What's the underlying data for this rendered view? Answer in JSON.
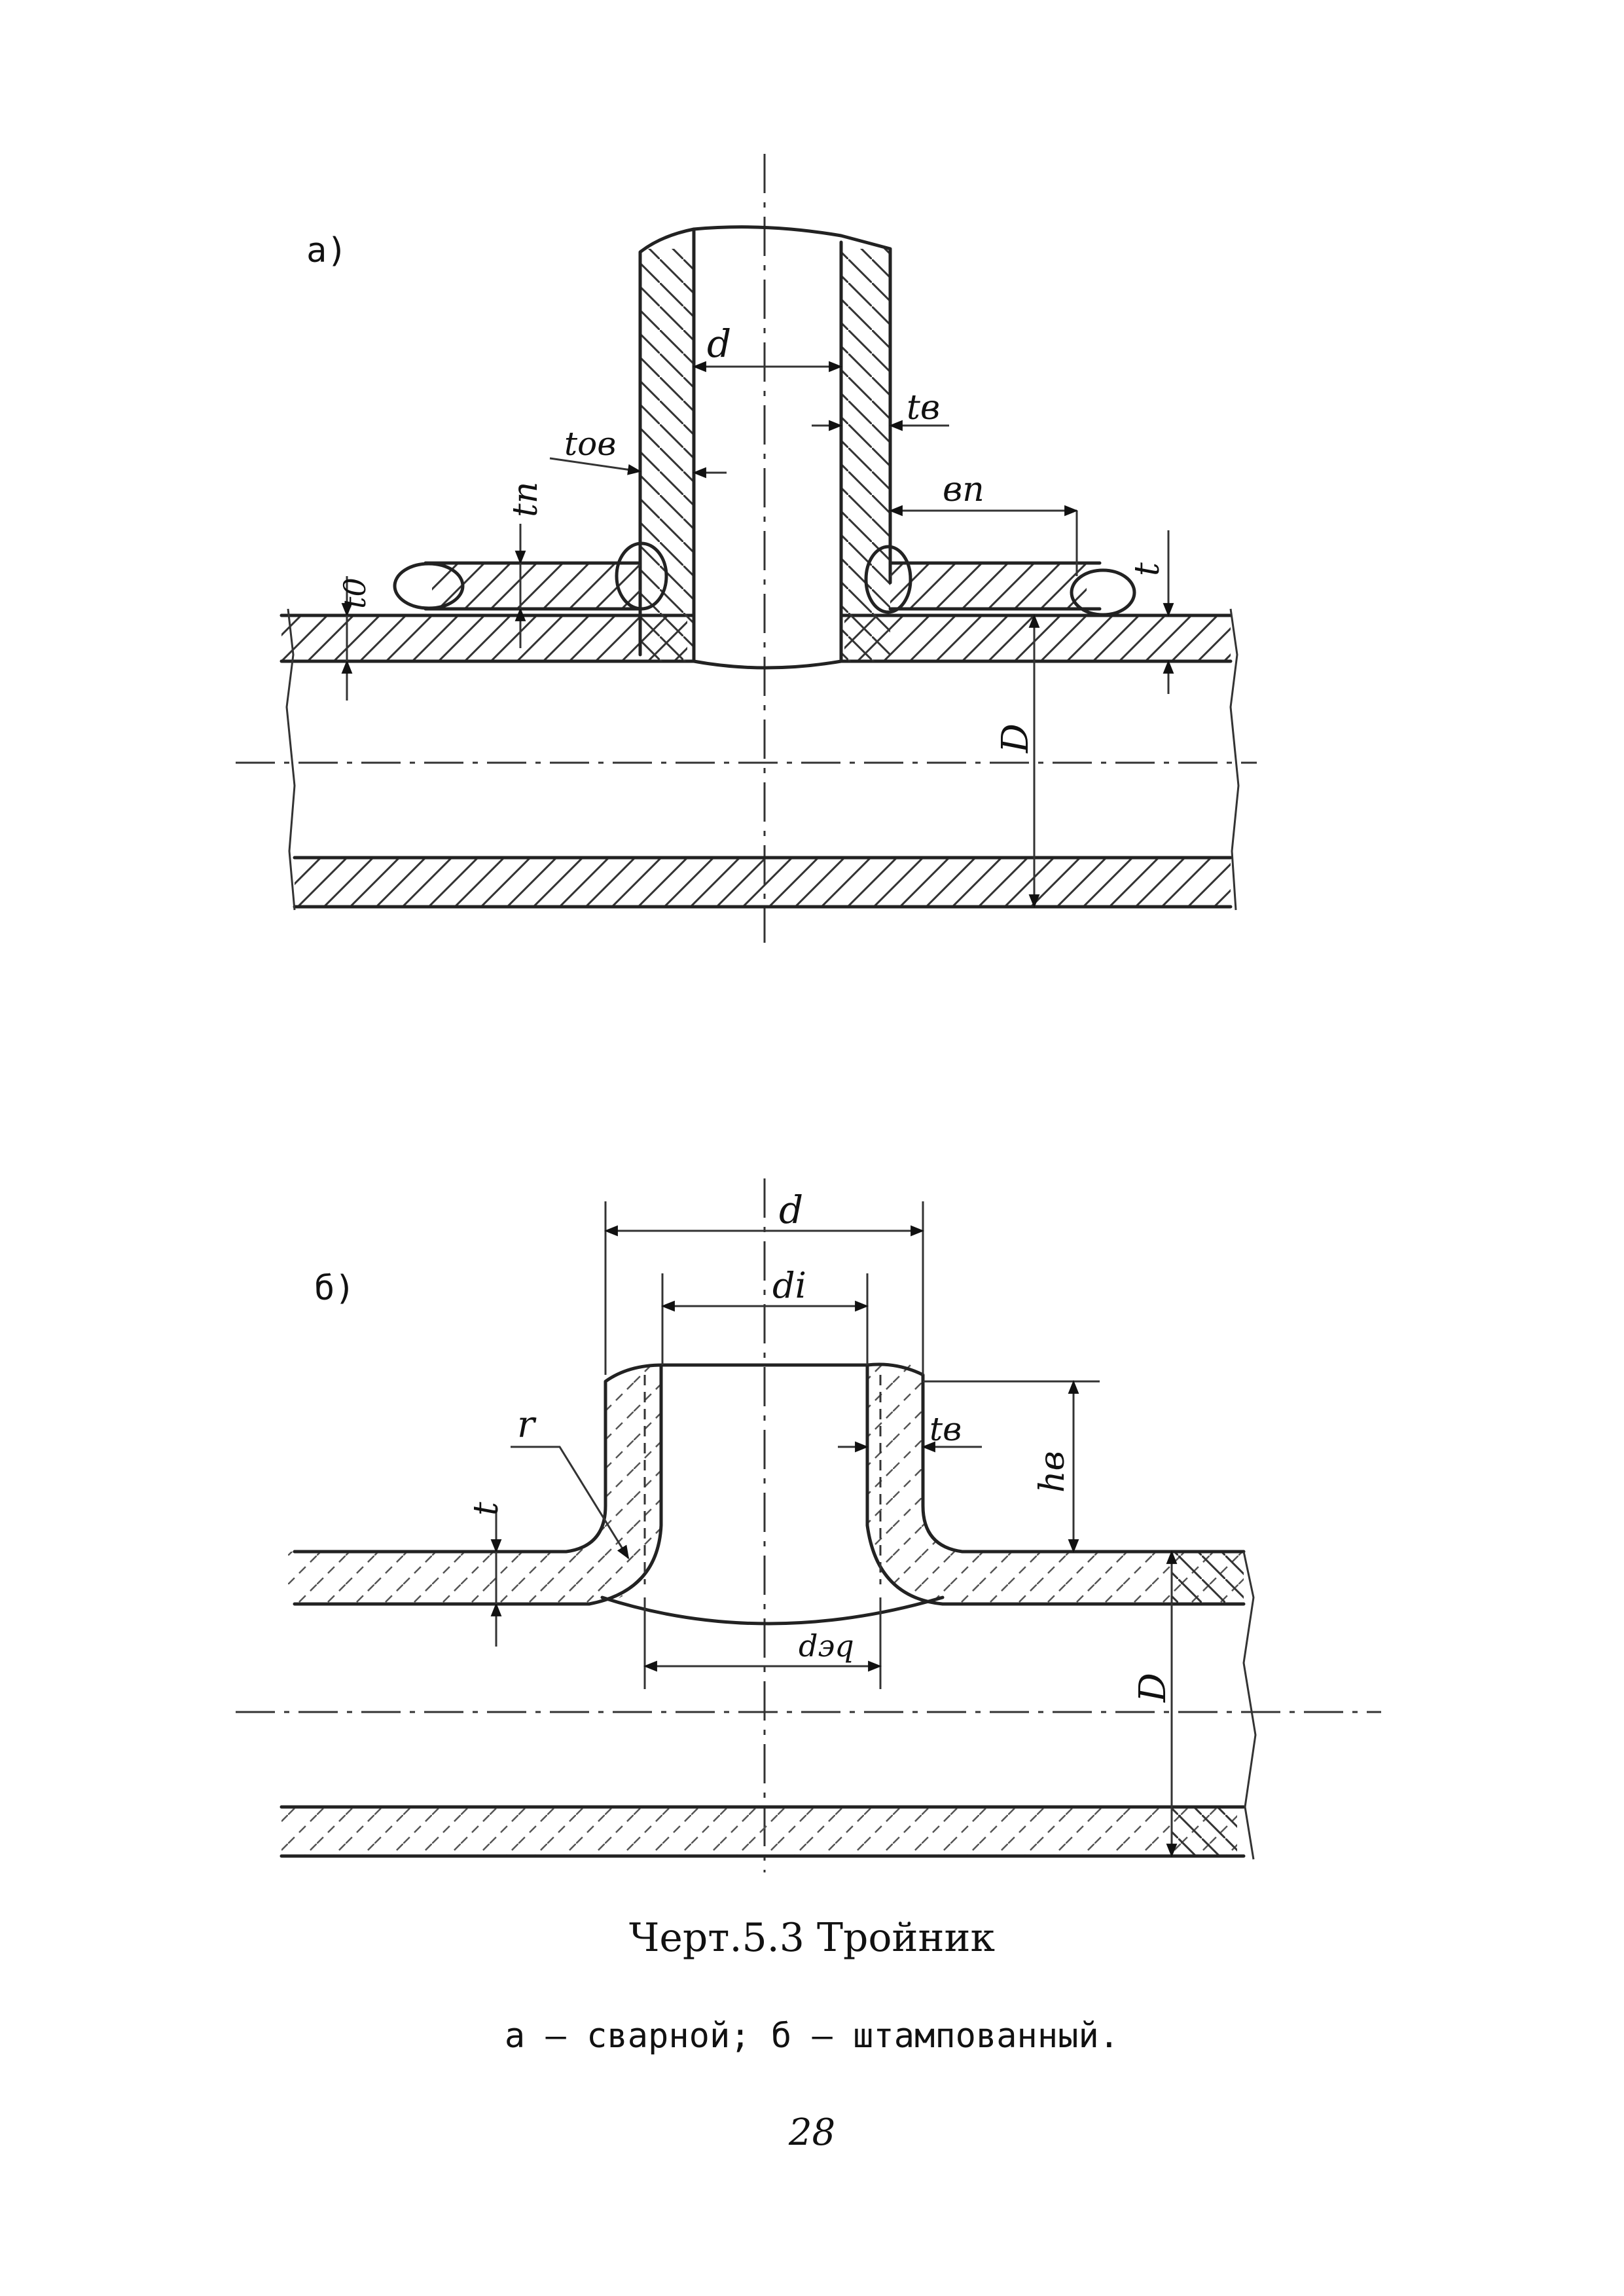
{
  "figure_a": {
    "label": "а)",
    "dims": {
      "d": "d",
      "t_b": "tв",
      "t_ob": "tов",
      "t_n": "tп",
      "b_n": "вп",
      "t0": "t0",
      "t": "t",
      "D": "D"
    }
  },
  "figure_b": {
    "label": "б)",
    "dims": {
      "d": "d",
      "di": "di",
      "t_b": "tв",
      "h_b": "hв",
      "r": "r",
      "t": "t",
      "d_eq": "dэq",
      "D": "D"
    }
  },
  "caption": {
    "title": "Черт.5.3 Тройник",
    "subtitle": "а – сварной; б – штампованный.",
    "page_number": "28"
  }
}
